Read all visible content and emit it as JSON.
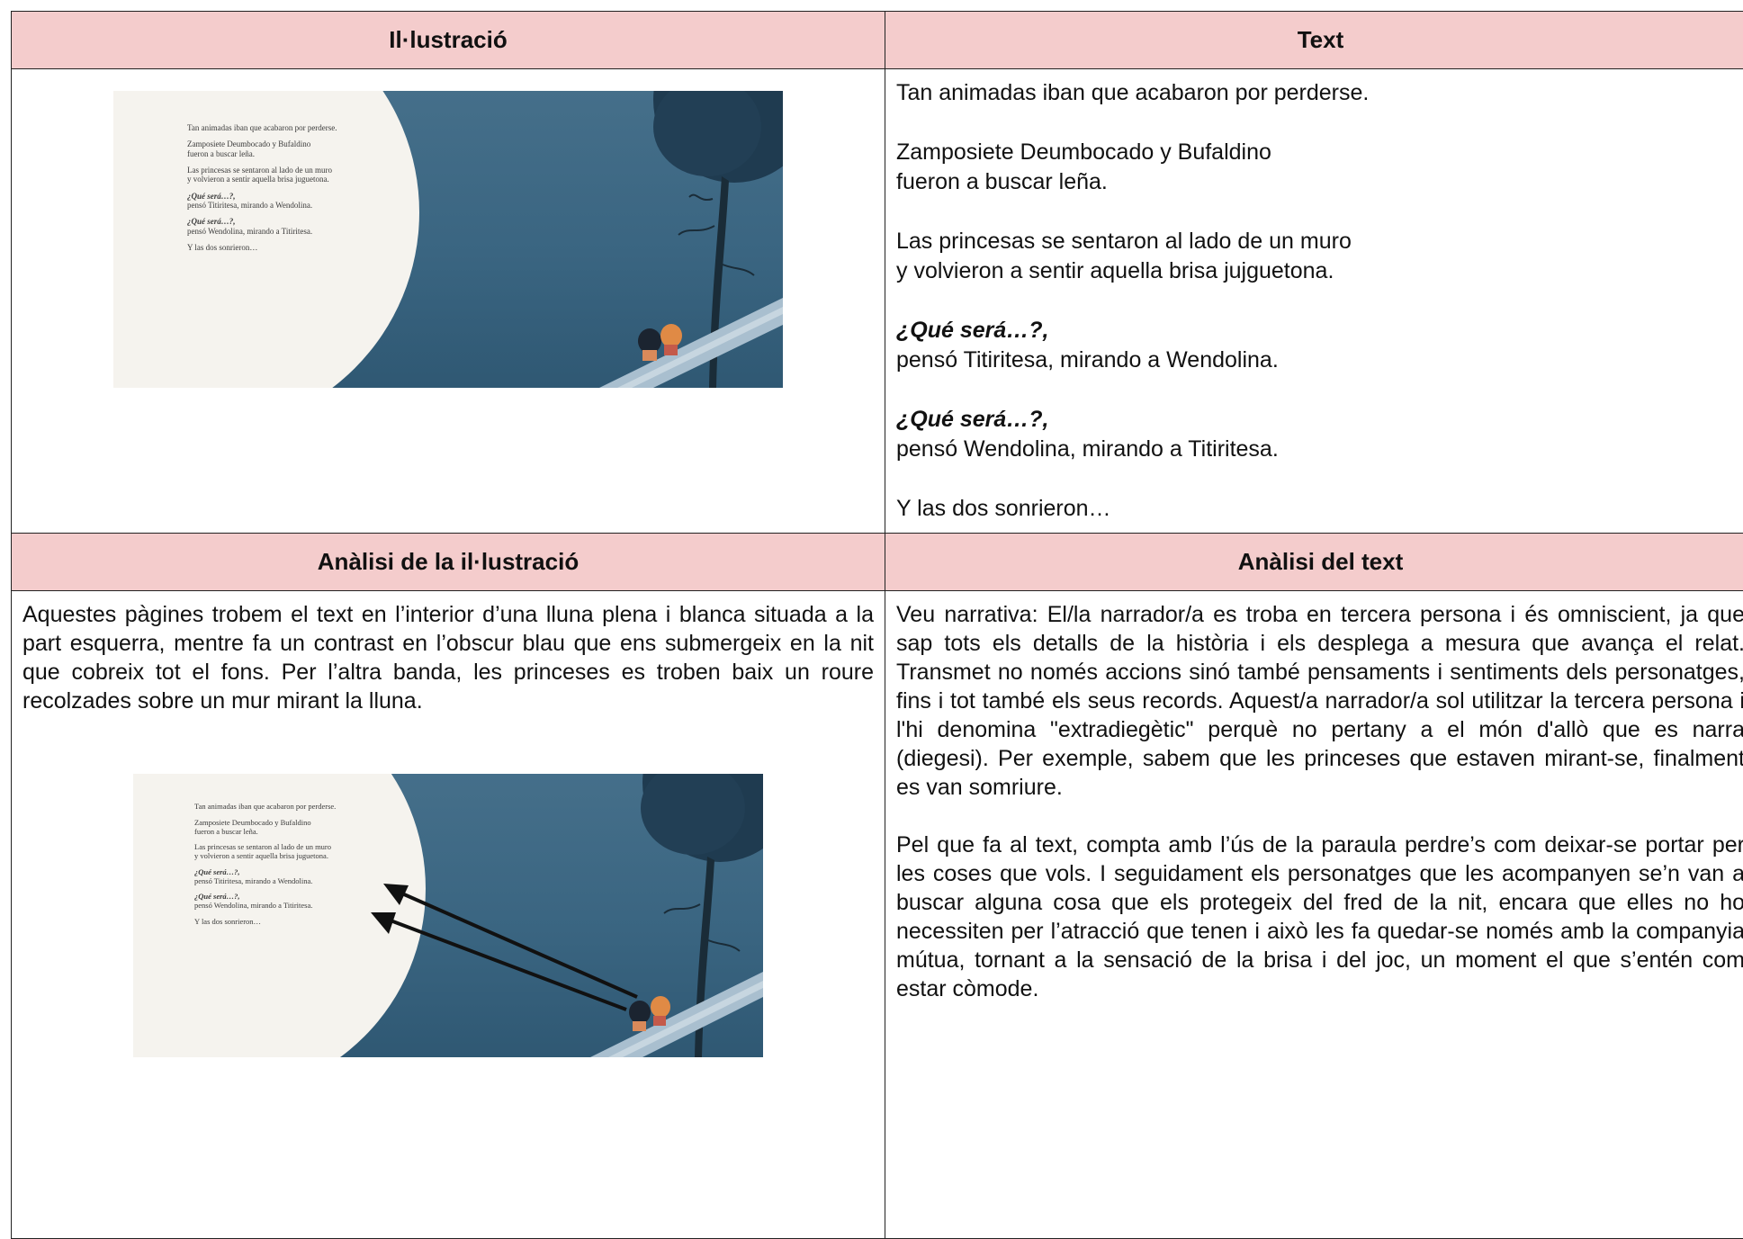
{
  "headers": {
    "illustration": "Il·lustració",
    "text": "Text",
    "illustration_analysis": "Anàlisi de la il·lustració",
    "text_analysis": "Anàlisi del text"
  },
  "story_text": {
    "line1": "Tan animadas iban que acabaron por perderse.",
    "para2_a": "Zamposiete Deumbocado y Bufaldino",
    "para2_b": "fueron a buscar leña.",
    "para3_a": "Las princesas se sentaron al lado de un muro",
    "para3_b": "y volvieron a sentir aquella brisa jujguetona.",
    "para4_q": "¿Qué será…?,",
    "para4_b": "pensó Titiritesa, mirando a Wendolina.",
    "para5_q": "¿Qué será…?,",
    "para5_b": "pensó Wendolina, mirando a Titiritesa.",
    "line6": "Y las dos sonrieron…"
  },
  "page_image_text": {
    "l1": "Tan animadas iban que acabaron por perderse.",
    "l2a": "Zamposiete Deumbocado y Bufaldino",
    "l2b": "fueron a buscar leña.",
    "l3a": "Las princesas se sentaron al lado de un muro",
    "l3b": "y volvieron a sentir aquella brisa juguetona.",
    "l4q": "¿Qué será…?,",
    "l4b": "pensó Titiritesa, mirando a Wendolina.",
    "l5q": "¿Qué será…?,",
    "l5b": "pensó Wendolina, mirando a Titiritesa.",
    "l6": "Y las dos sonrieron…"
  },
  "illustration_analysis_text": "Aquestes pàgines trobem el text en l’interior d’una lluna plena i blanca situada a la part esquerra, mentre fa un contrast en l’obscur blau que ens submergeix en la nit que cobreix tot el fons. Per l’altra banda, les princeses es troben baix un roure recolzades sobre un mur mirant la lluna.",
  "text_analysis_paragraphs": [
    "Veu narrativa: El/la narrador/a es troba en tercera persona i és omniscient, ja que sap tots els detalls de la història i els desplega a mesura que avança el relat. Transmet no només accions sinó també pensaments i sentiments dels personatges, fins i tot també els seus records. Aquest/a narrador/a sol utilitzar la tercera persona i l'hi denomina \"extradiegètic\" perquè no pertany a el món d'allò que es narra (diegesi). Per exemple, sabem que les princeses que estaven mirant-se, finalment es van somriure.",
    "Pel que fa al text, compta amb l’ús de la paraula perdre’s com deixar-se portar per les coses que vols. I seguidament els personatges que les acompanyen se’n van a buscar alguna cosa que els protegeix del fred de la nit, encara que elles no ho necessiten per l’atracció que tenen i això les fa quedar-se només amb la companyia mútua, tornant a la sensació de la brisa i del joc, un moment el que s’entén com estar còmode."
  ],
  "colors": {
    "header_bg": "#f4cccc",
    "night_blue": "#3d6a87",
    "moon": "#f5f3ee"
  }
}
